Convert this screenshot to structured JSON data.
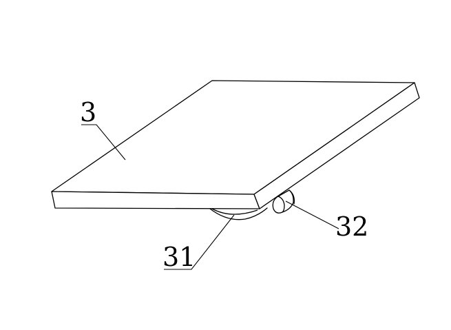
{
  "labels": {
    "plate": "3",
    "part_31": "31",
    "part_32": "32"
  },
  "colors": {
    "ink": "#000000",
    "paper": "#ffffff"
  }
}
